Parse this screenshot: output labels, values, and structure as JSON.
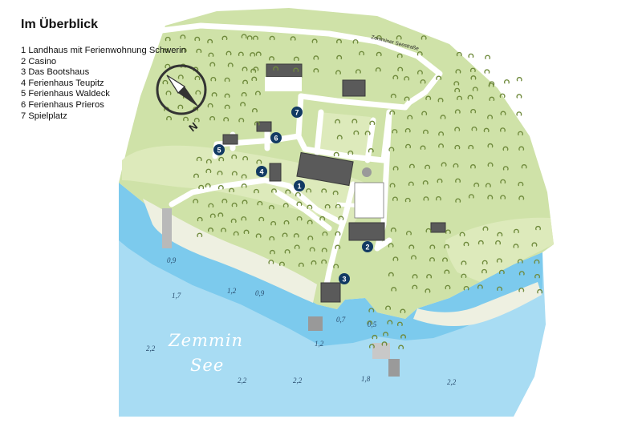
{
  "legend": {
    "title": "Im Überblick",
    "items": [
      "1 Landhaus mit Ferienwohnung Schwerin",
      "2 Casino",
      "3 Das Bootshaus",
      "4 Ferienhaus Teupitz",
      "5 Ferienhaus Waldeck",
      "6 Ferienhaus Prieros",
      "7 Spielplatz"
    ]
  },
  "compass": {
    "label": "N",
    "icon": "compass-needle-icon"
  },
  "lake": {
    "name_line1": "Zemmin",
    "name_line2": "See"
  },
  "road": {
    "name": "Zemminer Seestraße"
  },
  "markers": [
    "1",
    "2",
    "3",
    "4",
    "5",
    "6",
    "7"
  ],
  "depths": [
    "0,9",
    "1,7",
    "1,2",
    "0,9",
    "0,7",
    "0,5",
    "1,2",
    "2,2",
    "2,2",
    "2,2",
    "1,8",
    "2,2"
  ],
  "colors": {
    "land": "#cfe2a8",
    "land_light": "#ddeabb",
    "water_deep": "#a8dcf3",
    "water_shallow": "#79c8ec",
    "beach": "#eef0e1",
    "path": "#ffffff",
    "building": "#585858",
    "marker": "#123a63",
    "tree": "#6f8a3c"
  }
}
